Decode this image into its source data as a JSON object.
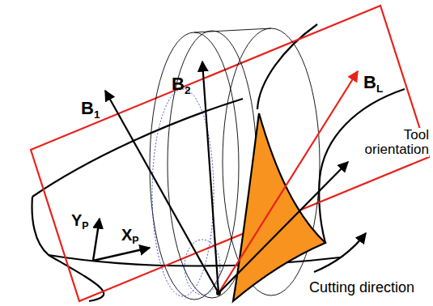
{
  "diagram": {
    "labels": [
      "B1",
      "B2",
      "BL",
      "Tool orientation",
      "YP",
      "XP",
      "Cutting direction"
    ]
  }
}
